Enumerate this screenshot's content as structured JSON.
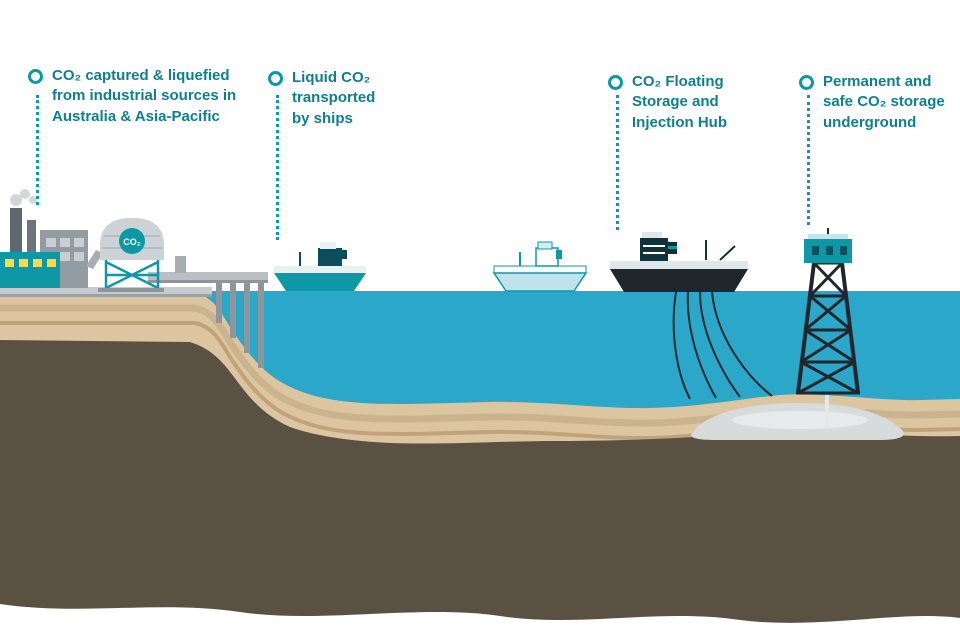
{
  "palette": {
    "accent_teal": "#0d98a6",
    "text_teal": "#0e7f90",
    "ocean_blue": "#2ba7c9",
    "sand_light": "#dbc6a1",
    "sand_dark": "#c2a379",
    "soil_dark": "#5a5143",
    "structure_gray": "#97a0a6",
    "hull_dark": "#20262b",
    "plume_gray": "#d7dbdc"
  },
  "labels": [
    {
      "text": "CO₂ captured & liquefied\nfrom industrial sources in\nAustralia & Asia-Pacific"
    },
    {
      "text": "Liquid CO₂\ntransported\nby ships"
    },
    {
      "text": "CO₂ Floating\nStorage and\nInjection Hub"
    },
    {
      "text": "Permanent and\nsafe CO₂ storage\nunderground"
    }
  ],
  "scene": {
    "tank_label": "CO₂"
  }
}
